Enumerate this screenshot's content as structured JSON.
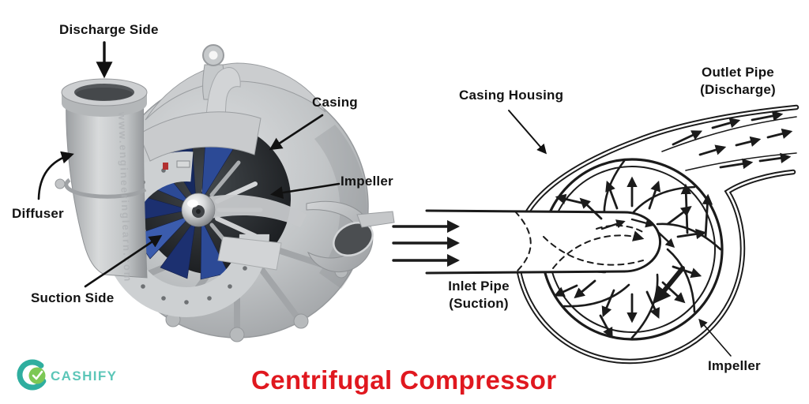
{
  "page": {
    "background": "#ffffff"
  },
  "title": {
    "text": "Centrifugal Compressor",
    "color": "#e0181f"
  },
  "brand": {
    "name": "CASHIFY",
    "ring_teal": "#2fae9f",
    "text_teal": "#5cc6b8",
    "check_green": "#7dc855"
  },
  "watermark": {
    "text": "www.engineeringlearn.com"
  },
  "left_diagram": {
    "description": "3D cutaway render of a centrifugal compressor",
    "labels": {
      "discharge_side": "Discharge Side",
      "casing": "Casing",
      "impeller": "Impeller",
      "diffuser": "Diffuser",
      "suction_side": "Suction Side"
    },
    "colors": {
      "casing_grey": "#c4c7c9",
      "impeller_blue": "#2c4a96",
      "hub_chrome": "#d9dadb"
    }
  },
  "right_diagram": {
    "description": "2D flow schematic of a centrifugal compressor volute",
    "labels": {
      "casing_housing": "Casing Housing",
      "outlet_pipe": [
        "Outlet Pipe",
        "(Discharge)"
      ],
      "inlet_pipe": [
        "Inlet Pipe",
        "(Suction)"
      ],
      "impeller": "Impeller"
    },
    "line_color": "#1b1b1b"
  }
}
